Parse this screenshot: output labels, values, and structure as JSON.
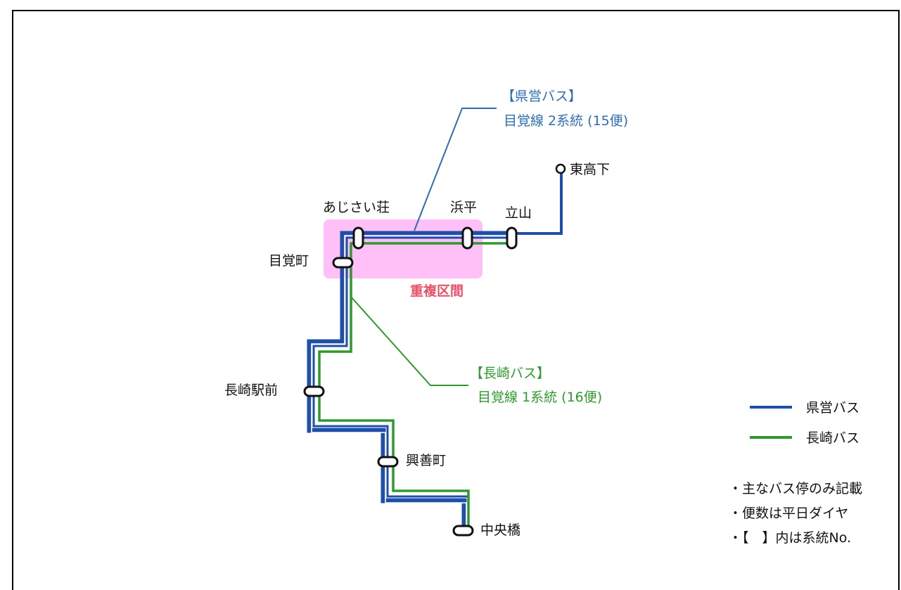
{
  "colors": {
    "kenei": "#1f4fa8",
    "kenei_callout": "#2d6db4",
    "nagasaki": "#2e9a2e",
    "overlap_fill": "#ffbff7",
    "overlap_text": "#e8506a",
    "stop_outline": "#111111"
  },
  "stops": {
    "higashitakashita": "東高下",
    "tateyama": "立山",
    "hamahira": "浜平",
    "ajisaiso": "あじさい荘",
    "mezamecho": "目覚町",
    "nagasaki_ekimae": "長崎駅前",
    "kozencho": "興善町",
    "chuobashi": "中央橋"
  },
  "overlap_label": "重複区間",
  "callouts": {
    "kenei": {
      "company": "【県営バス】",
      "route": "目覚線 2系統 (15便)"
    },
    "nagasaki": {
      "company": "【長崎バス】",
      "route": "目覚線 1系統 (16便)"
    }
  },
  "legend": [
    {
      "label": "県営バス",
      "color_key": "kenei"
    },
    {
      "label": "長崎バス",
      "color_key": "nagasaki"
    }
  ],
  "notes": [
    "・主なバス停のみ記載",
    "・便数は平日ダイヤ",
    "・【　】内は系統No."
  ]
}
